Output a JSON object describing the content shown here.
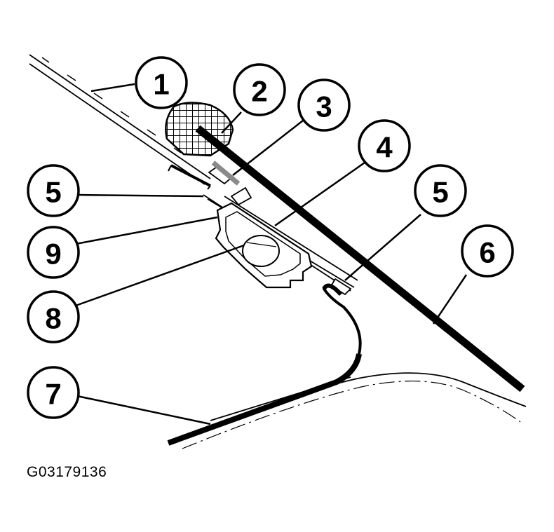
{
  "figure_id": "G03179136",
  "callouts": [
    {
      "id": "callout-1",
      "label": "1"
    },
    {
      "id": "callout-2",
      "label": "2"
    },
    {
      "id": "callout-3",
      "label": "3"
    },
    {
      "id": "callout-4",
      "label": "4"
    },
    {
      "id": "callout-5-left",
      "label": "5"
    },
    {
      "id": "callout-5-right",
      "label": "5"
    },
    {
      "id": "callout-6",
      "label": "6"
    },
    {
      "id": "callout-7",
      "label": "7"
    },
    {
      "id": "callout-8",
      "label": "8"
    },
    {
      "id": "callout-9",
      "label": "9"
    }
  ]
}
